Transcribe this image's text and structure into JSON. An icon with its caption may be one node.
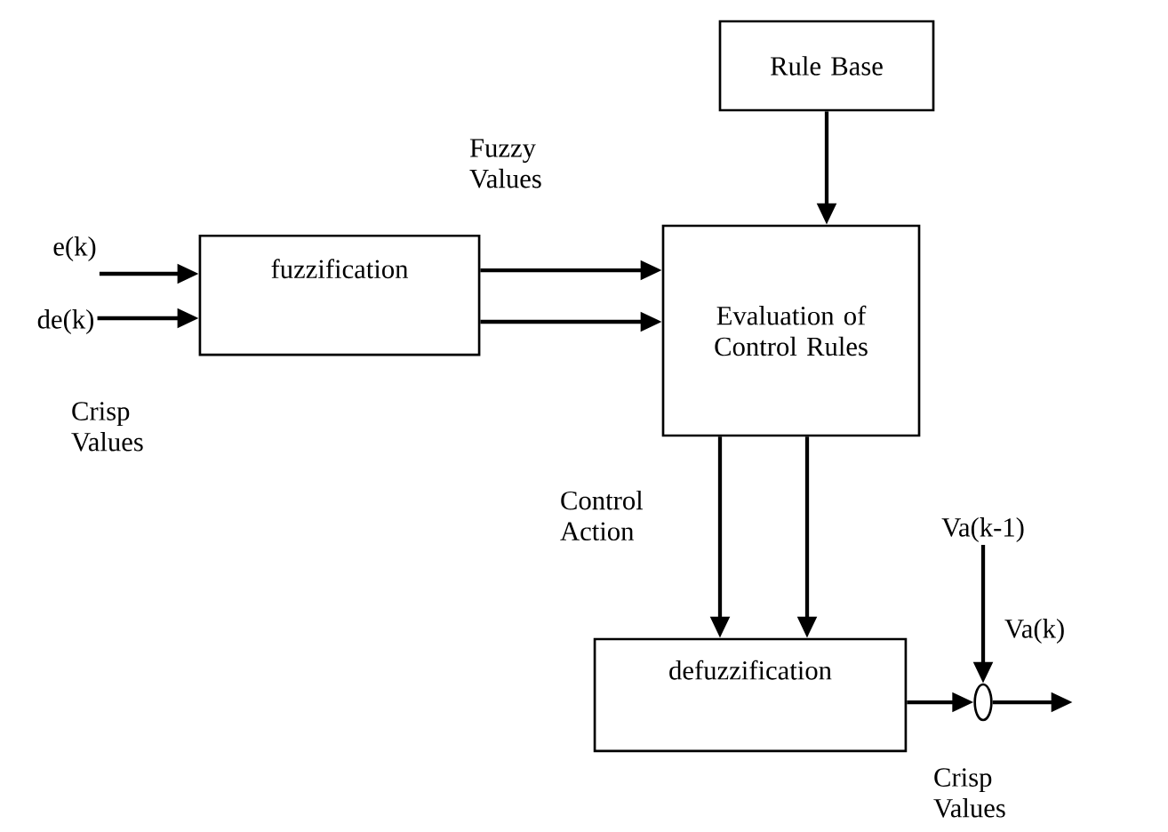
{
  "diagram": {
    "nodes": [
      {
        "text": [
          "Rule Base"
        ]
      },
      {
        "text": [
          "e(k)"
        ]
      },
      {
        "text": [
          "de(k)"
        ]
      },
      {
        "text": [
          "fuzzification"
        ]
      },
      {
        "text": [
          "Evaluation of Control Rules"
        ]
      },
      {
        "text": [
          "Va(k-1)"
        ]
      },
      {
        "text": [
          "defuzzification"
        ]
      },
      {
        "text": [],
        "shape": "circle"
      }
    ],
    "edges": [
      {
        "from": 1,
        "to": 3,
        "arrow": "to"
      },
      {
        "from": 2,
        "to": 3,
        "arrow": "to"
      },
      {
        "from": 3,
        "to": 4,
        "arrow": "to"
      },
      {
        "from": 3,
        "to": 4,
        "arrow": "to"
      },
      {
        "from": 0,
        "to": 4,
        "arrow": "to"
      },
      {
        "from": 4,
        "to": 6,
        "arrow": "to"
      },
      {
        "from": 4,
        "to": 6,
        "arrow": "to"
      },
      {
        "from": 6,
        "to": 7,
        "arrow": "to"
      },
      {
        "from": 5,
        "to": 7,
        "arrow": "to"
      },
      {
        "from": 7,
        "to": null,
        "arrow": "to"
      }
    ],
    "labels": [
      "Fuzzy Values",
      "Crisp Values",
      "Control Action",
      "Va(k)",
      "Crisp Values"
    ]
  }
}
